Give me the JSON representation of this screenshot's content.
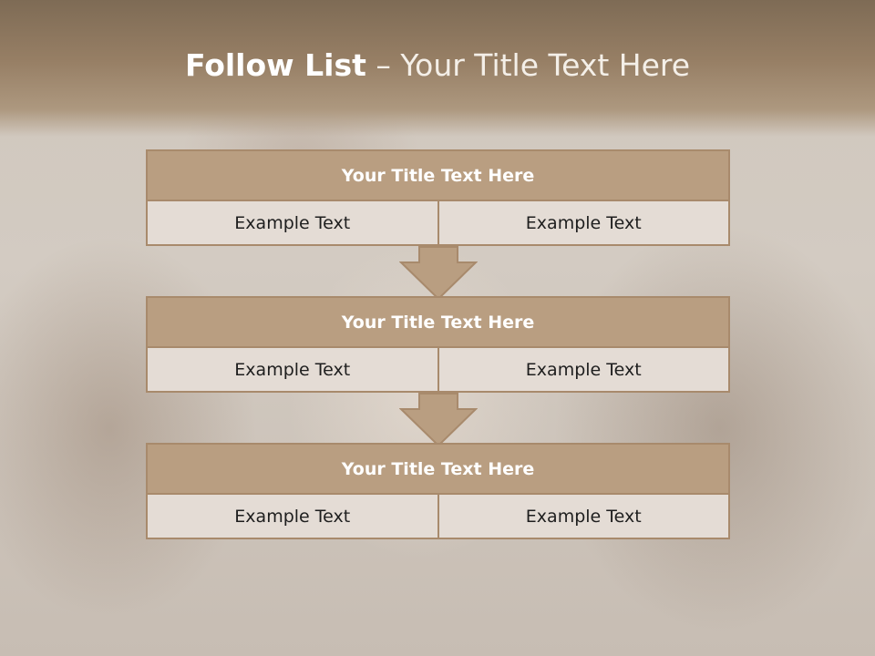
{
  "slide": {
    "title_bold": "Follow List",
    "title_rest": " – Your Title Text Here"
  },
  "blocks": [
    {
      "title": "Your Title Text Here",
      "left_text": "Example Text",
      "right_text": "Example Text"
    },
    {
      "title": "Your Title Text Here",
      "left_text": "Example Text",
      "right_text": "Example Text"
    },
    {
      "title": "Your Title Text Here",
      "left_text": "Example Text",
      "right_text": "Example Text"
    }
  ],
  "colors": {
    "header": "#977f65",
    "block_title_fill": "#b99e81",
    "block_border": "#a88a6c",
    "cell_fill": "#e4dcd5",
    "arrow_fill": "#b99e81"
  },
  "icons": {
    "connector": "down-arrow-icon"
  }
}
